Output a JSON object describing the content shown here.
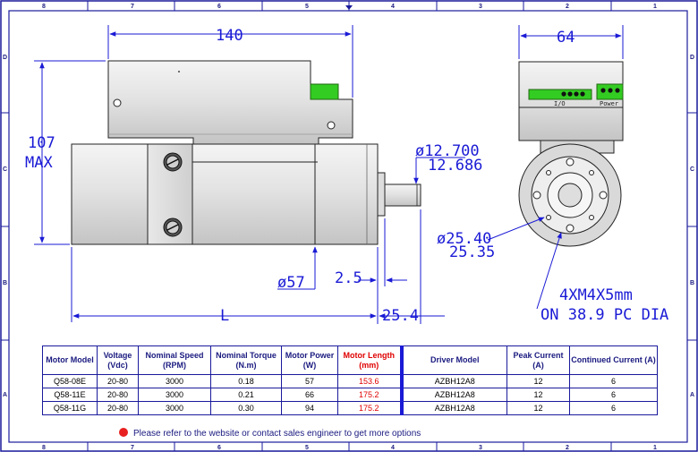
{
  "dimensions": {
    "width_140": "140",
    "height_107": "107",
    "height_max": "MAX",
    "shaft_dia_1": "ø12.700",
    "shaft_dia_2": "12.686",
    "pilot_dia_1": "ø25.40",
    "pilot_dia_2": "25.35",
    "body_dia": "ø57",
    "offset_2_5": "2.5",
    "length_L": "L",
    "shaft_len": "25.4",
    "width_64": "64",
    "holes_1": "4XM4X5mm",
    "holes_2": "ON 38.9 PC DIA"
  },
  "connectors": {
    "io_label": "I/O",
    "power_label": "Power"
  },
  "zones": {
    "top": [
      "8",
      "7",
      "6",
      "5",
      "4",
      "3",
      "2",
      "1"
    ],
    "side": [
      "D",
      "C",
      "B",
      "A"
    ]
  },
  "table": {
    "headers": [
      "Motor Model",
      "Voltage (Vdc)",
      "Nominal Speed (RPM)",
      "Nominal Torque (N.m)",
      "Motor Power (W)",
      "Motor Length (mm)",
      "Driver Model",
      "Peak Current (A)",
      "Continued Current (A)"
    ],
    "rows": [
      [
        "Q58-08E",
        "20-80",
        "3000",
        "0.18",
        "57",
        "153.6",
        "AZBH12A8",
        "12",
        "6"
      ],
      [
        "Q58-11E",
        "20-80",
        "3000",
        "0.21",
        "66",
        "175.2",
        "AZBH12A8",
        "12",
        "6"
      ],
      [
        "Q58-11G",
        "20-80",
        "3000",
        "0.30",
        "94",
        "175.2",
        "AZBH12A8",
        "12",
        "6"
      ]
    ]
  },
  "note": "Please refer to the website or contact sales engineer to get  more options",
  "colors": {
    "dimension_blue": "#1a1ad6",
    "connector_green": "#33cc22",
    "highlight_red": "#e00000"
  }
}
